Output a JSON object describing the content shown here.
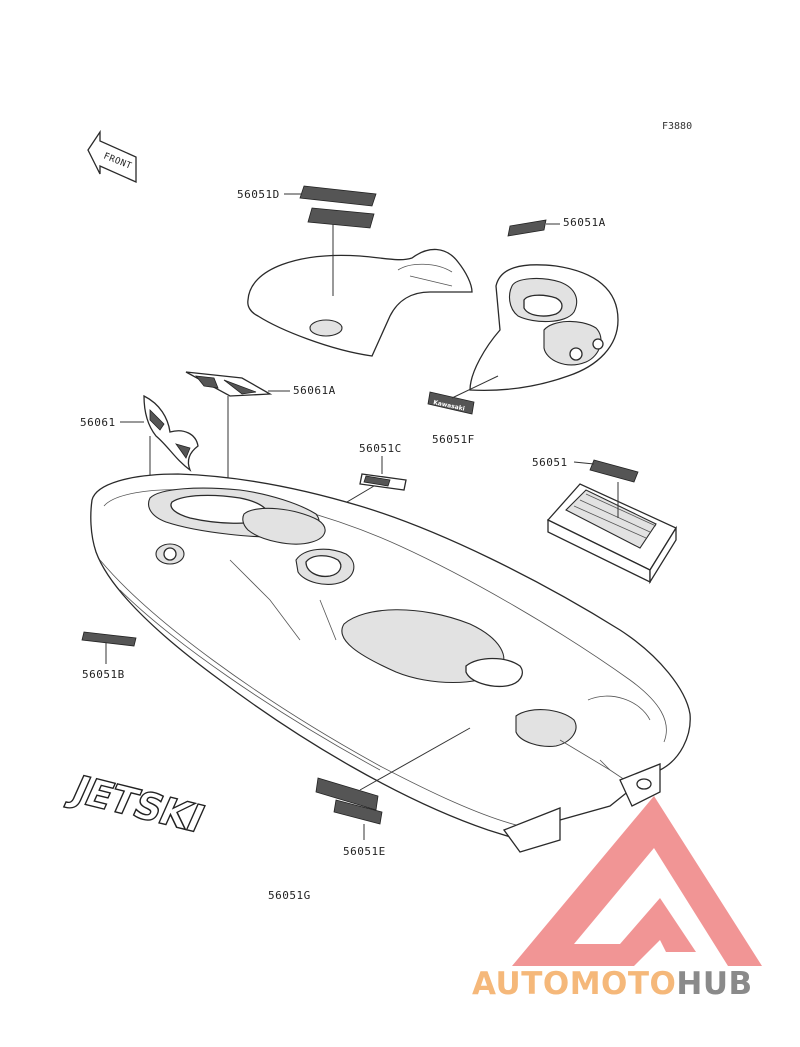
{
  "figure_code": "F3880",
  "front_label": "FRONT",
  "parts": {
    "p56051D": "56051D",
    "p56051A": "56051A",
    "p56061A": "56061A",
    "p56061": "56061",
    "p56051C": "56051C",
    "p56051F": "56051F",
    "p56051": "56051",
    "p56051B": "56051B",
    "p56051E": "56051E",
    "p56051G": "56051G"
  },
  "decal_text": {
    "jetski": "JETSKI",
    "kawasaki": "Kawasaki"
  },
  "watermark": {
    "brand_a": "AUTOMOTO",
    "brand_b": "HUB",
    "color_a": "#f5b87a",
    "color_b": "#8a8a8a",
    "logo_color": "#f08a8a"
  }
}
